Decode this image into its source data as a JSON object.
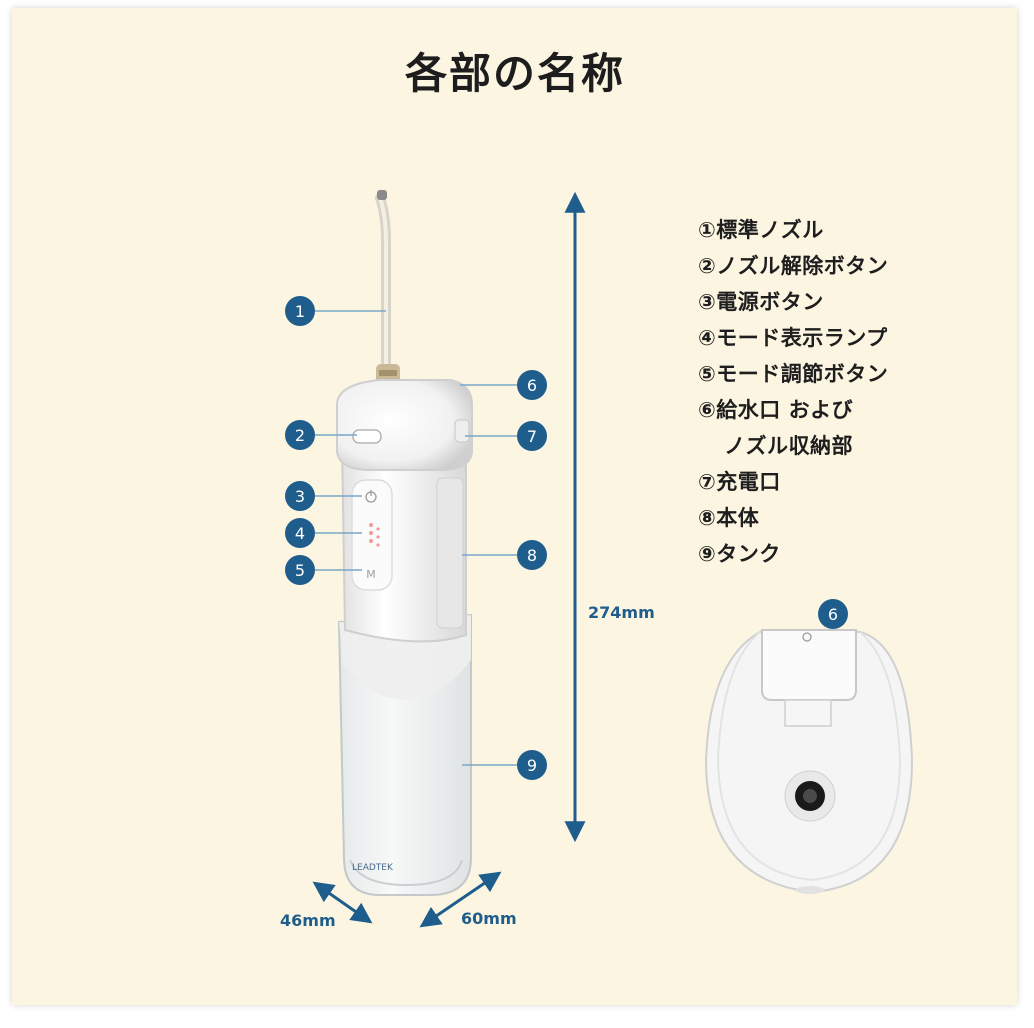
{
  "title": "各部の名称",
  "legend": [
    "①標準ノズル",
    "②ノズル解除ボタン",
    "③電源ボタン",
    "④モード表示ランプ",
    "⑤モード調節ボタン",
    "⑥給水口 および",
    "ノズル収納部",
    "⑦充電口",
    "⑧本体",
    "⑨タンク"
  ],
  "dimensions": {
    "height": "274mm",
    "depth": "46mm",
    "width": "60mm"
  },
  "callouts": [
    "1",
    "2",
    "3",
    "4",
    "5",
    "6",
    "7",
    "8",
    "9"
  ],
  "detail_callout": "6",
  "device_mode_label": "M",
  "brand_logo_text": "LEADTEK",
  "colors": {
    "accent": "#1f5d8c",
    "panel": "#fbf5e1",
    "title": "#1d1d1d"
  }
}
